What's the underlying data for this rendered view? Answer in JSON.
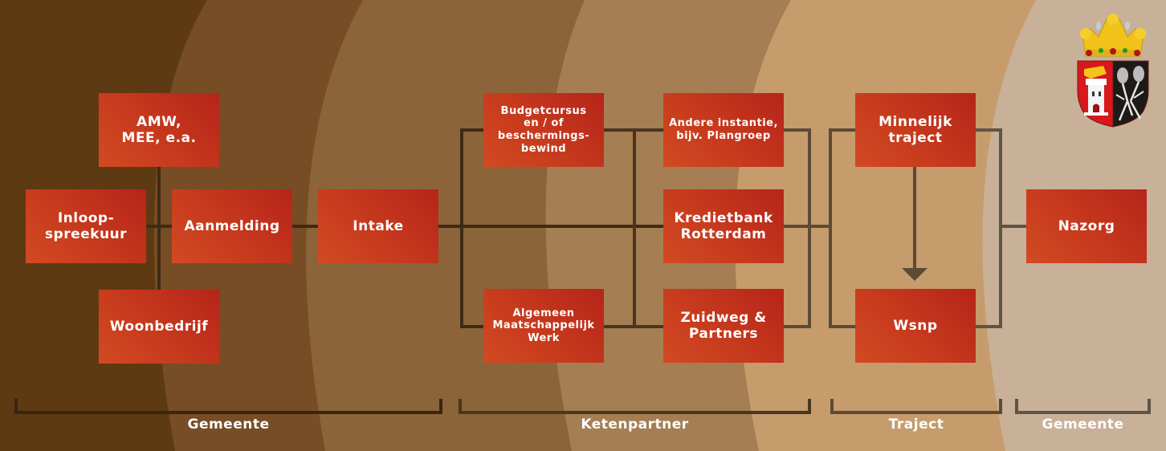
{
  "diagram": {
    "colors": {
      "box_fill": "#c53a1d",
      "connector": "#3e2a16",
      "bands": [
        "#5e3a13",
        "#774d25",
        "#8c643a",
        "#a67e53",
        "#c69c6c",
        "#c8b198"
      ]
    },
    "nodes": {
      "amw": "AMW,\nMEE, e.a.",
      "inloop": "Inloop-\nspreekuur",
      "aanmelding": "Aanmelding",
      "woonbedrijf": "Woonbedrijf",
      "intake": "Intake",
      "budgetcursus": "Budgetcursus\nen / of\nbeschermings-\nbewind",
      "algemeen": "Algemeen\nMaatschappelijk\nWerk",
      "andere": "Andere instantie,\nbijv. Plangroep",
      "kredietbank": "Kredietbank\nRotterdam",
      "zuidweg": "Zuidweg &\nPartners",
      "minnelijk": "Minnelijk\ntraject",
      "wsnp": "Wsnp",
      "nazorg": "Nazorg"
    },
    "phases": [
      {
        "label": "Gemeente"
      },
      {
        "label": "Ketenpartner"
      },
      {
        "label": "Traject"
      },
      {
        "label": "Gemeente"
      }
    ],
    "logo": {
      "icon": "coat-of-arms-icon"
    }
  }
}
